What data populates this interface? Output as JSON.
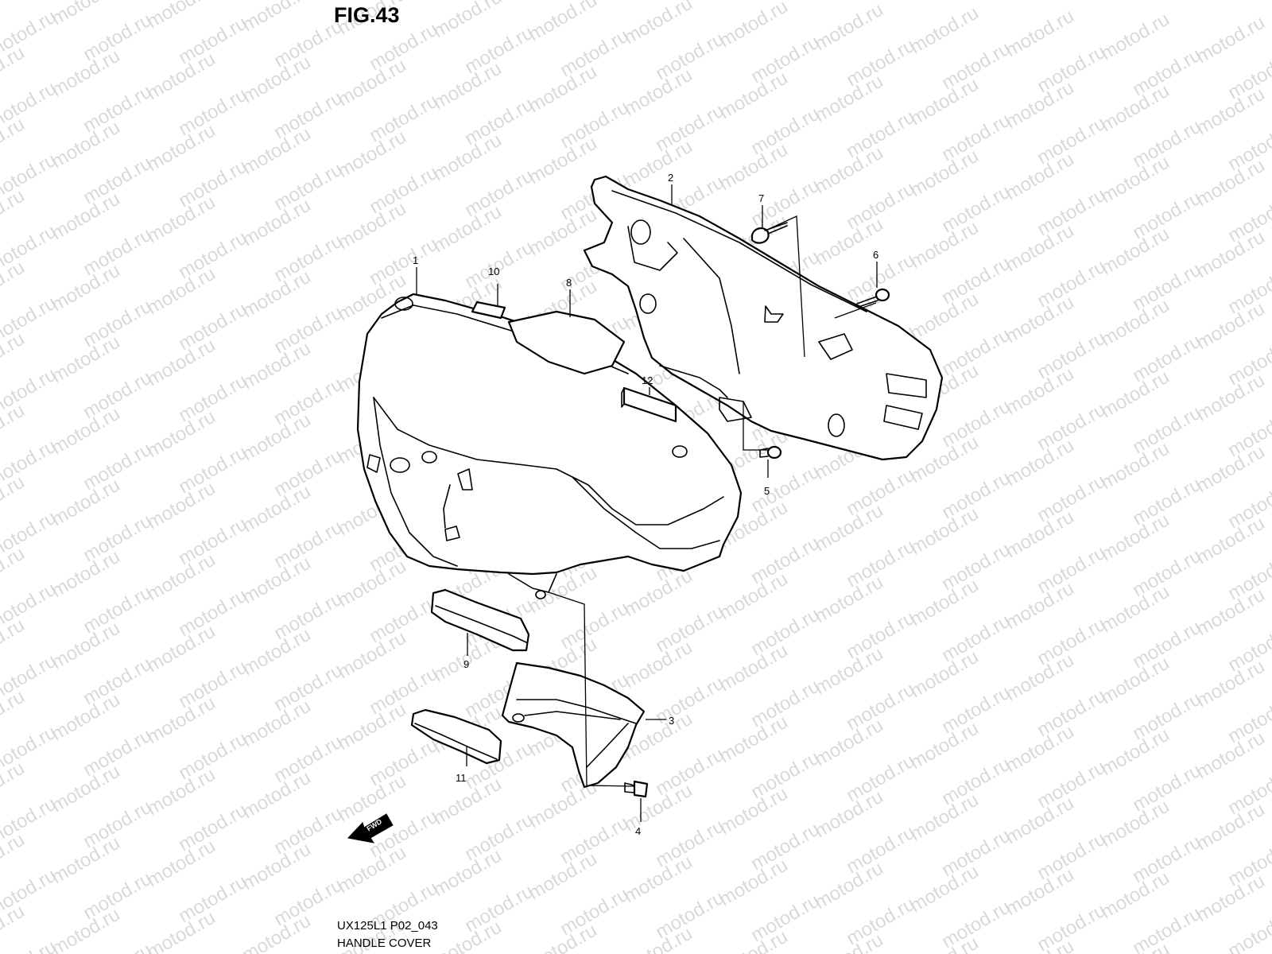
{
  "figure": {
    "title": "FIG.43",
    "model_code": "UX125L1 P02_043",
    "name": "HANDLE COVER"
  },
  "watermark": {
    "text": "motod.ru"
  },
  "fwd_label": "FWD",
  "callouts": {
    "c1": "1",
    "c2": "2",
    "c3": "3",
    "c4": "4",
    "c5": "5",
    "c6": "6",
    "c7": "7",
    "c8": "8",
    "c9": "9",
    "c10": "10",
    "c11": "11",
    "c12": "12"
  }
}
